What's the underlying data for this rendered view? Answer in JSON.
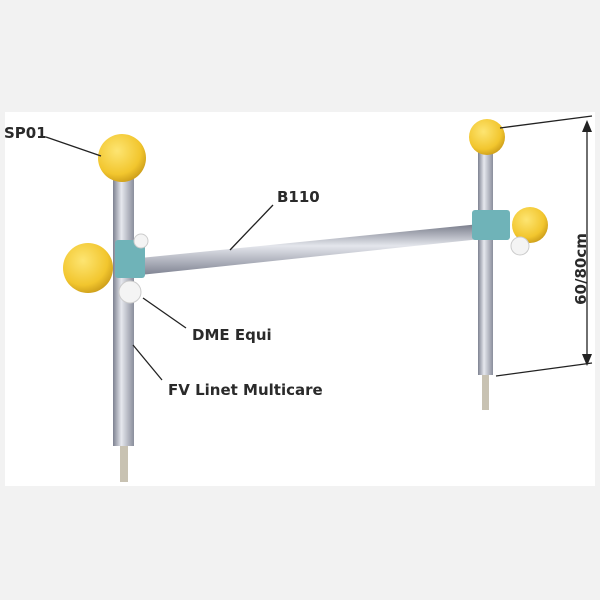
{
  "labels": {
    "ball": "SP01",
    "bar": "B110",
    "clamp": "DME Equi",
    "pole": "FV Linet Multicare",
    "dimension": "60/80cm"
  },
  "colors": {
    "ball": "#f2c62e",
    "clamp": "#6fb3b8",
    "metal": "#b8bcc8"
  }
}
